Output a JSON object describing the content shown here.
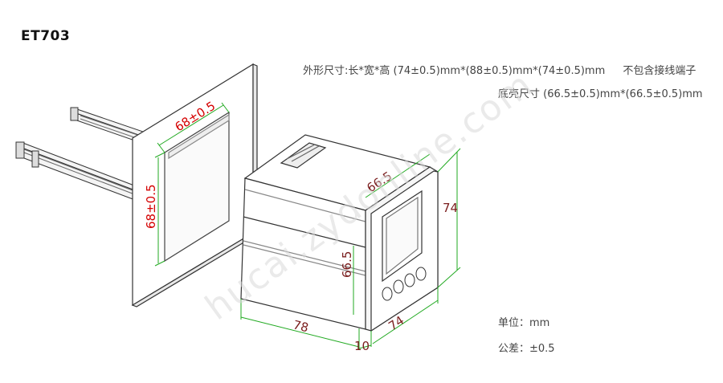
{
  "title": "ET703",
  "specs": {
    "outer_size": "外形尺寸:长*宽*高 (74±0.5)mm*(88±0.5)mm*(74±0.5)mm",
    "outer_note": "不包含接线端子",
    "base_size": "底壳尺寸 (66.5±0.5)mm*(66.5±0.5)mm"
  },
  "dimensions": {
    "cutout_width": "68±0.5",
    "cutout_height": "68±0.5",
    "front_height": "74",
    "front_width": "74",
    "depth": "78",
    "bezel": "10",
    "base_top": "66.5",
    "base_side": "66.5"
  },
  "notes": {
    "unit": "单位：mm",
    "tolerance": "公差：±0.5"
  },
  "watermark": "hucai.zydonline.com",
  "colors": {
    "dim_line": "#22aa22",
    "cutout_text": "#d40000",
    "outline": "#333333"
  }
}
